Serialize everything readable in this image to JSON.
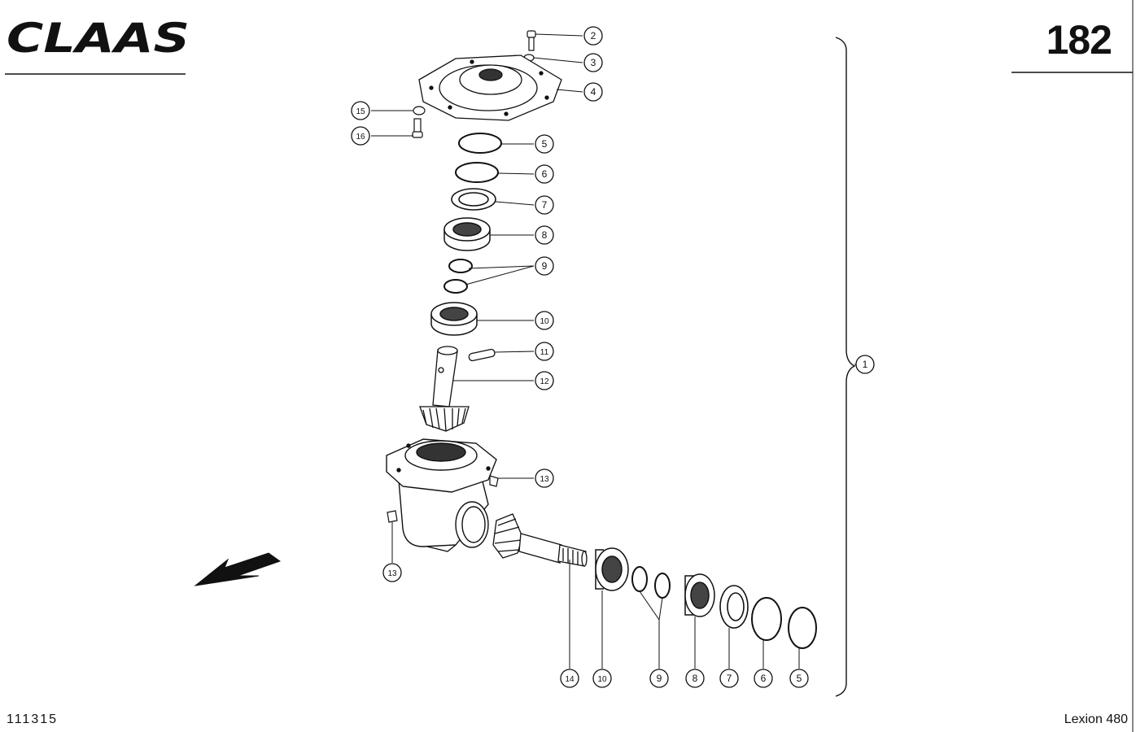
{
  "header": {
    "brand_logo": "CLAAS",
    "page_number": "182"
  },
  "footer": {
    "drawing_number": "111315",
    "model": "Lexion 480"
  },
  "callouts": {
    "c1": "1",
    "c2": "2",
    "c3": "3",
    "c4": "4",
    "c5_top": "5",
    "c6_top": "6",
    "c7_top": "7",
    "c8_top": "8",
    "c9_top": "9",
    "c10_top": "10",
    "c11": "11",
    "c12": "12",
    "c13_right": "13",
    "c13_left": "13",
    "c14": "14",
    "c10_bottom": "10",
    "c9_bottom": "9",
    "c8_bottom": "8",
    "c7_bottom": "7",
    "c6_bottom": "6",
    "c5_bottom": "5",
    "c15": "15",
    "c16": "16"
  },
  "icons": {
    "direction_arrow": "arrow-down-left-icon"
  }
}
